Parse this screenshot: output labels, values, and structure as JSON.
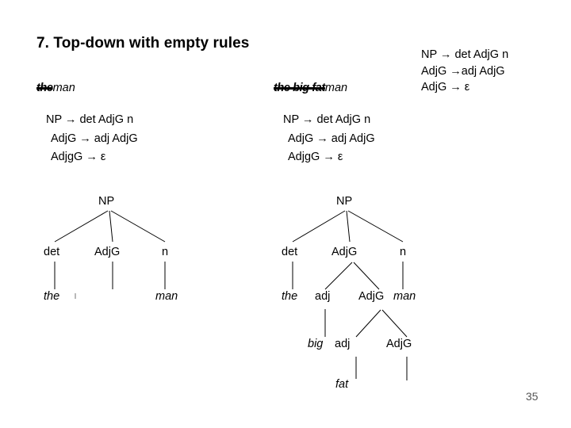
{
  "slide": {
    "title": "7. Top-down with empty rules",
    "page_number": "35",
    "background_color": "#ffffff",
    "text_color": "#000000"
  },
  "grammar_reference": {
    "rules": [
      "NP → det AdjG n",
      "AdjG →adj AdjG",
      "AdjG → ε"
    ]
  },
  "examples": [
    {
      "phrase": {
        "struck": "the",
        "kept": "man",
        "full": "the man"
      },
      "rules": [
        "NP → det AdjG n",
        "AdjG → adj AdjG",
        "AdjgG → ε"
      ],
      "tree": {
        "root": "NP",
        "level2": [
          "det",
          "AdjG",
          "n"
        ],
        "leaves": [
          "the",
          "",
          "man"
        ]
      }
    },
    {
      "phrase": {
        "struck": "the big fat",
        "kept": "man",
        "full": "the big fat man"
      },
      "rules": [
        "NP → det AdjG n",
        "AdjG → adj AdjG",
        "AdjgG → ε"
      ],
      "tree": {
        "root": "NP",
        "level2": [
          "det",
          "AdjG",
          "n"
        ],
        "level3": [
          "the",
          "adj",
          "AdjG",
          "man"
        ],
        "level4": [
          "big",
          "adj",
          "AdjG"
        ],
        "level5": [
          "fat"
        ]
      }
    }
  ]
}
